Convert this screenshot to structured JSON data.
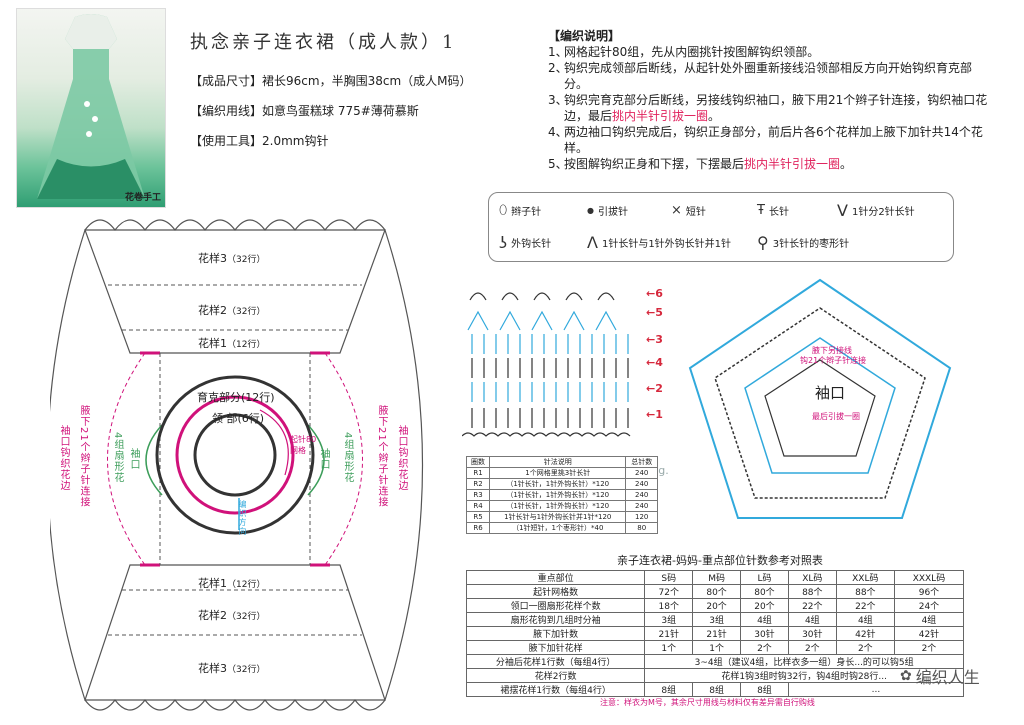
{
  "header": {
    "title": "执念亲子连衣裙（成人款）1",
    "photo_signature": "花卷手工",
    "specs": [
      {
        "label": "【成品尺寸】",
        "value": "裙长96cm，半胸围38cm（成人M码）"
      },
      {
        "label": "【编织用线】",
        "value": "如意鸟蛋糕球 775#薄荷慕斯"
      },
      {
        "label": "【使用工具】",
        "value": "2.0mm钩针"
      }
    ]
  },
  "notes": {
    "heading": "【编织说明】",
    "items": [
      {
        "n": "1、",
        "text": "网格起针80组，先从内圈挑针按图解钩织领部。"
      },
      {
        "n": "2、",
        "text": "钩织完成领部后断线，从起针处外圈重新接线沿领部相反方向开始钩织育克部分。"
      },
      {
        "n": "3、",
        "text": "钩织完育克部分后断线，另接线钩织袖口，腋下用21个辫子针连接，钩织袖口花边，最后",
        "red": "挑内半针引拔一圈",
        "tail": "。"
      },
      {
        "n": "4、",
        "text": "两边袖口钩织完成后，钩织正身部分，前后片各6个花样加上腋下加针共14个花样。"
      },
      {
        "n": "5、",
        "text": "按图解钩织正身和下摆，下摆最后",
        "red": "挑内半针引拔一圈",
        "tail": "。"
      }
    ]
  },
  "legend": [
    {
      "icon": "chain-stitch-icon",
      "sym": "⬯",
      "label": "辫子针"
    },
    {
      "icon": "slip-stitch-icon",
      "sym": "●",
      "label": "引拔针"
    },
    {
      "icon": "single-crochet-icon",
      "sym": "×",
      "label": "短针"
    },
    {
      "icon": "double-crochet-icon",
      "sym": "Ŧ",
      "label": "长针"
    },
    {
      "icon": "dc-increase-icon",
      "sym": "V",
      "label": "1针分2针长针"
    },
    {
      "icon": "front-post-dc-icon",
      "sym": "ʖ",
      "label": "外钩长针"
    },
    {
      "icon": "dc-fpdc-together-icon",
      "sym": "Ʌ",
      "label": "1针长针与1针外钩长针并1针"
    },
    {
      "icon": "cluster-icon",
      "sym": "⚲",
      "label": "3针长针的枣形针"
    }
  ],
  "schematic": {
    "top_bands": [
      {
        "name": "花样3",
        "rows": "（32行）"
      },
      {
        "name": "花样2",
        "rows": "（32行）"
      },
      {
        "name": "花样1",
        "rows": "（12行）"
      }
    ],
    "bottom_bands": [
      {
        "name": "花样1",
        "rows": "（12行）"
      },
      {
        "name": "花样2",
        "rows": "（32行）"
      },
      {
        "name": "花样3",
        "rows": "（32行）"
      }
    ],
    "yoke_label": "育克部分",
    "yoke_rows": "(12行)",
    "neck_label": "领  部",
    "neck_rows": "(6行)",
    "start_label": "起针80网格",
    "direction_label": "编织方向",
    "sleeve_label": "袖口",
    "fan_label": "4组扇形花",
    "underarm_label": "腋下21个辫子针连接",
    "cuff_label": "袖口钩织花边"
  },
  "chart_rows": [
    "6",
    "5",
    "4",
    "3",
    "2",
    "1"
  ],
  "watermark": "flaving.",
  "small_table": {
    "headers": [
      "圈数",
      "针法说明",
      "总针数"
    ],
    "rows": [
      [
        "R1",
        "1个网格里挑3针长针",
        "240"
      ],
      [
        "R2",
        "（1针长针，1针外钩长针）*120",
        "240"
      ],
      [
        "R3",
        "（1针长针，1针外钩长针）*120",
        "240"
      ],
      [
        "R4",
        "（1针长针，1针外钩长针）*120",
        "240"
      ],
      [
        "R5",
        "1针长针与1针外钩长针并1针*120",
        "120"
      ],
      [
        "R6",
        "（1针短针，1个枣形针）*40",
        "80"
      ]
    ]
  },
  "sleeve_chart": {
    "center": "袖口",
    "sub": "最后引拔一圈",
    "join": "腋下另接线",
    "join2": "钩21个辫子针连接"
  },
  "big_table": {
    "title": "亲子连衣裙-妈妈-重点部位针数参考对照表",
    "headers": [
      "重点部位",
      "S码",
      "M码",
      "L码",
      "XL码",
      "XXL码",
      "XXXL码"
    ],
    "rows": [
      [
        "起针网格数",
        "72个",
        "80个",
        "80个",
        "88个",
        "88个",
        "96个"
      ],
      [
        "领口一圈扇形花样个数",
        "18个",
        "20个",
        "20个",
        "22个",
        "22个",
        "24个"
      ],
      [
        "扇形花钩到几组时分袖",
        "3组",
        "3组",
        "4组",
        "4组",
        "4组",
        "4组"
      ],
      [
        "腋下加针数",
        "21针",
        "21针",
        "30针",
        "30针",
        "42针",
        "42针"
      ],
      [
        "腋下加针花样",
        "1个",
        "1个",
        "2个",
        "2个",
        "2个",
        "2个"
      ]
    ],
    "span_rows": [
      [
        "分袖后花样1行数（每组4行）",
        "3~4组（建议4组，比样衣多一组）身长...的可以钩5组"
      ],
      [
        "花样2行数",
        "花样1钩3组时钩32行，钩4组时钩28行..."
      ],
      [
        "裙摆花样1行数（每组4行）",
        "8组",
        "8组",
        "8组",
        "..."
      ]
    ],
    "note": "注意：样衣为M号，其余尺寸用线与材料仅有差异需自行购线"
  },
  "brand_stamp": "编织人生",
  "colors": {
    "accent_red": "#e0245e",
    "stitch_blue": "#31a9dc",
    "stitch_dark": "#333333",
    "sleeve_green": "#3c9d5a",
    "magenta": "#d0117a"
  }
}
